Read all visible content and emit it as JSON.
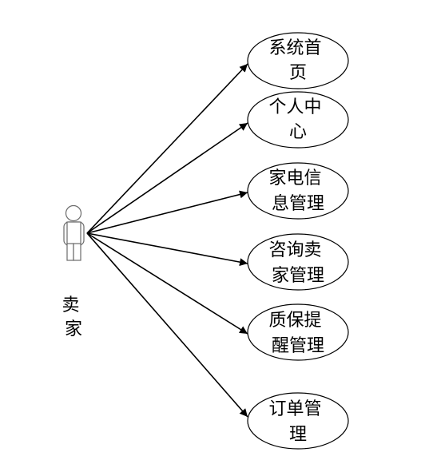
{
  "actor": {
    "name": "卖家",
    "name_lines": [
      "卖",
      "家"
    ]
  },
  "use_cases": [
    {
      "id": "homepage",
      "label": "系统首页",
      "lines": [
        "系统首",
        "页"
      ]
    },
    {
      "id": "personal-center",
      "label": "个人中心",
      "lines": [
        "个人中",
        "心"
      ]
    },
    {
      "id": "appliance-info-management",
      "label": "家电信息管理",
      "lines": [
        "家电信",
        "息管理"
      ]
    },
    {
      "id": "consult-seller-management",
      "label": "咨询卖家管理",
      "lines": [
        "咨询卖",
        "家管理"
      ]
    },
    {
      "id": "warranty-reminder-management",
      "label": "质保提醒管理",
      "lines": [
        "质保提",
        "醒管理"
      ]
    },
    {
      "id": "order-management",
      "label": "订单管理",
      "lines": [
        "订单管",
        "理"
      ]
    }
  ]
}
